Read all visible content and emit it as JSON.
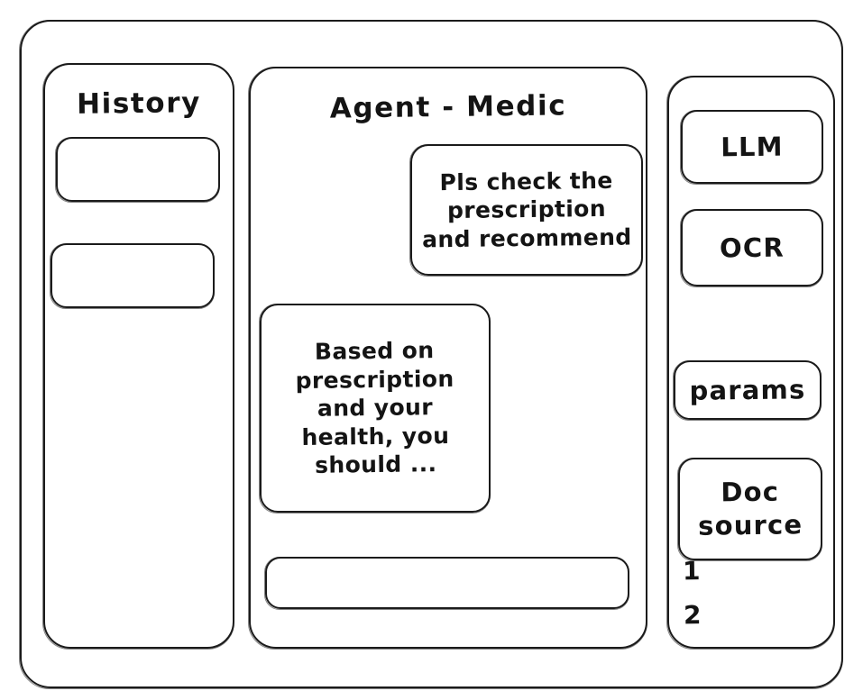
{
  "app": {
    "window_title": "",
    "background_color": "#ffffff",
    "stroke_color": "#1b1b1b",
    "style": "hand-drawn wireframe"
  },
  "history_panel": {
    "title": "History",
    "items": [
      {
        "label": ""
      },
      {
        "label": ""
      }
    ]
  },
  "main_panel": {
    "title": "Agent - Medic",
    "messages": [
      {
        "role": "user",
        "align": "right",
        "text": "Pls check the\nprescription\nand recommend"
      },
      {
        "role": "assistant",
        "align": "left",
        "text": "Based on\nprescription\nand your\nhealth, you\nshould ..."
      }
    ],
    "composer": {
      "value": "",
      "placeholder": ""
    }
  },
  "tools_panel": {
    "cards": [
      {
        "label": "LLM"
      },
      {
        "label": "OCR"
      },
      {
        "label": "params"
      },
      {
        "label": "Doc\nsource"
      }
    ],
    "doc_sources": [
      {
        "number": "1"
      },
      {
        "number": "2"
      }
    ]
  }
}
